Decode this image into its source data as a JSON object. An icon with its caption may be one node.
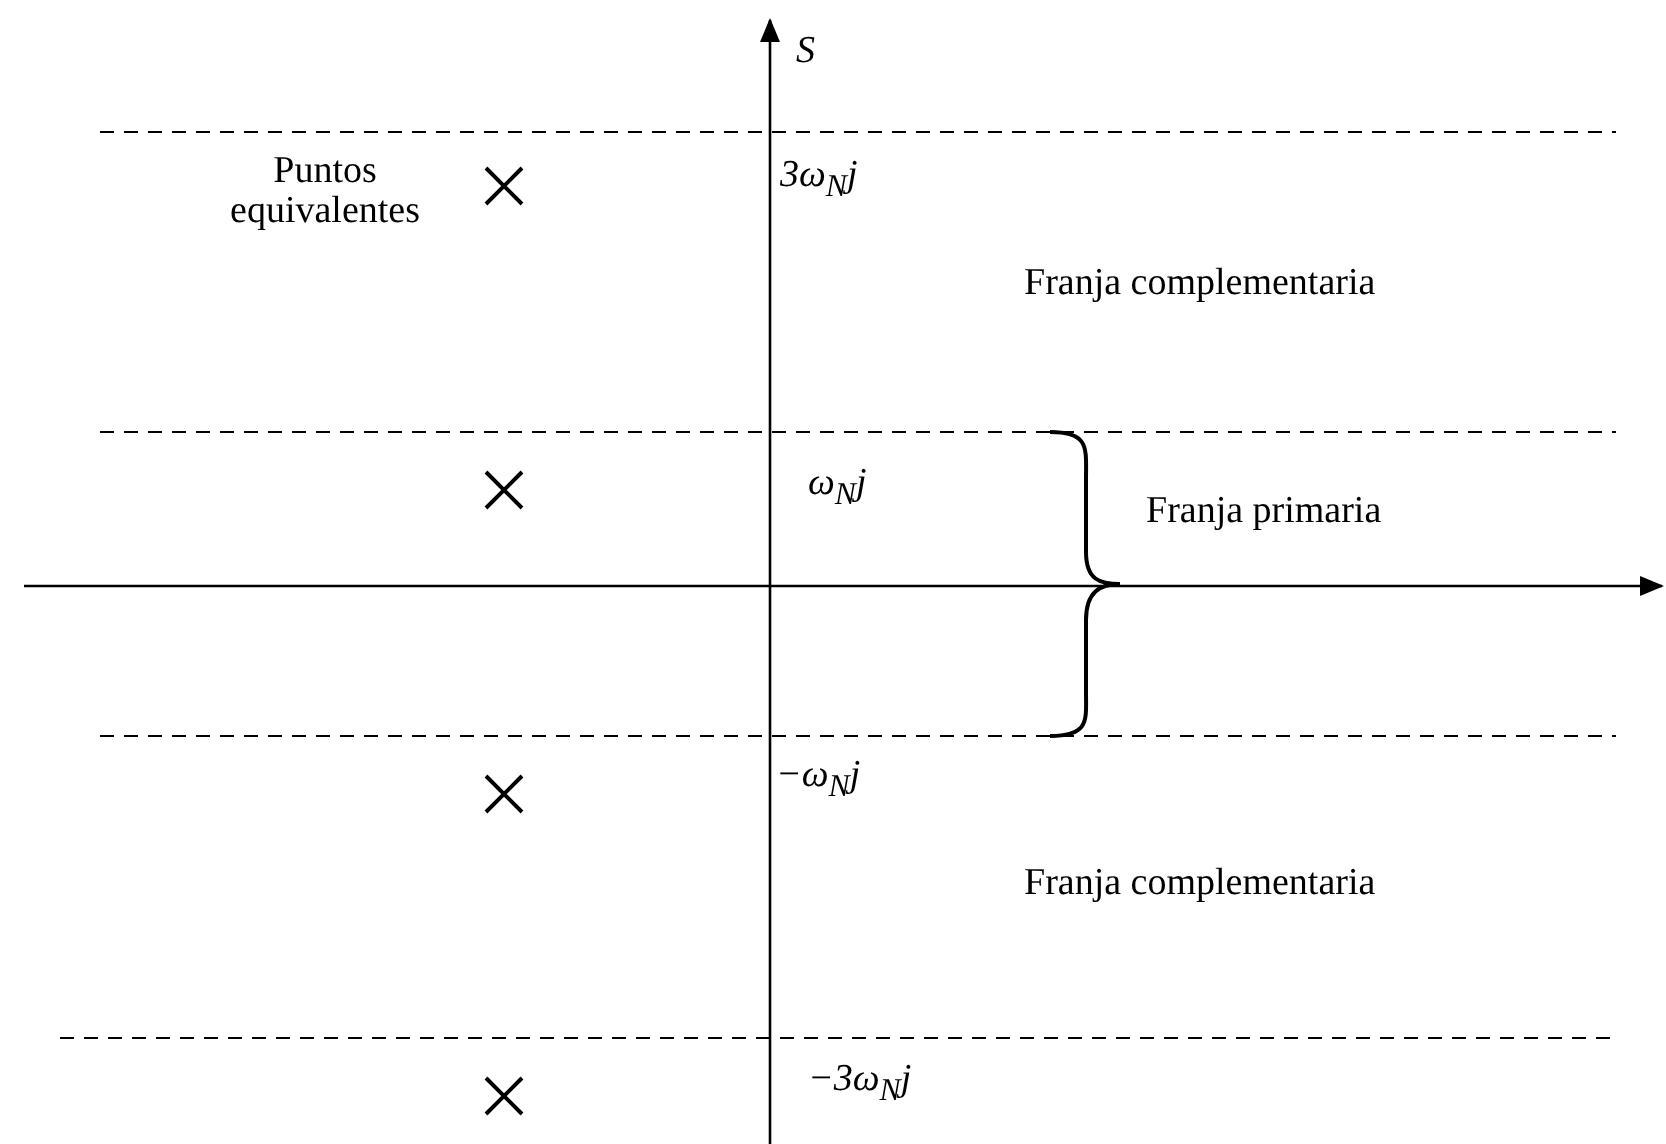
{
  "diagram": {
    "labels": [
      "S",
      "3ω$_{N}$j",
      "Puntos equivalentes",
      "Franja complementaria",
      "ω$_{N}$j",
      "Franja primaria",
      "−ω$_{N}$j",
      "Franja complementaria",
      "−3ω$_{N}$j"
    ]
  }
}
